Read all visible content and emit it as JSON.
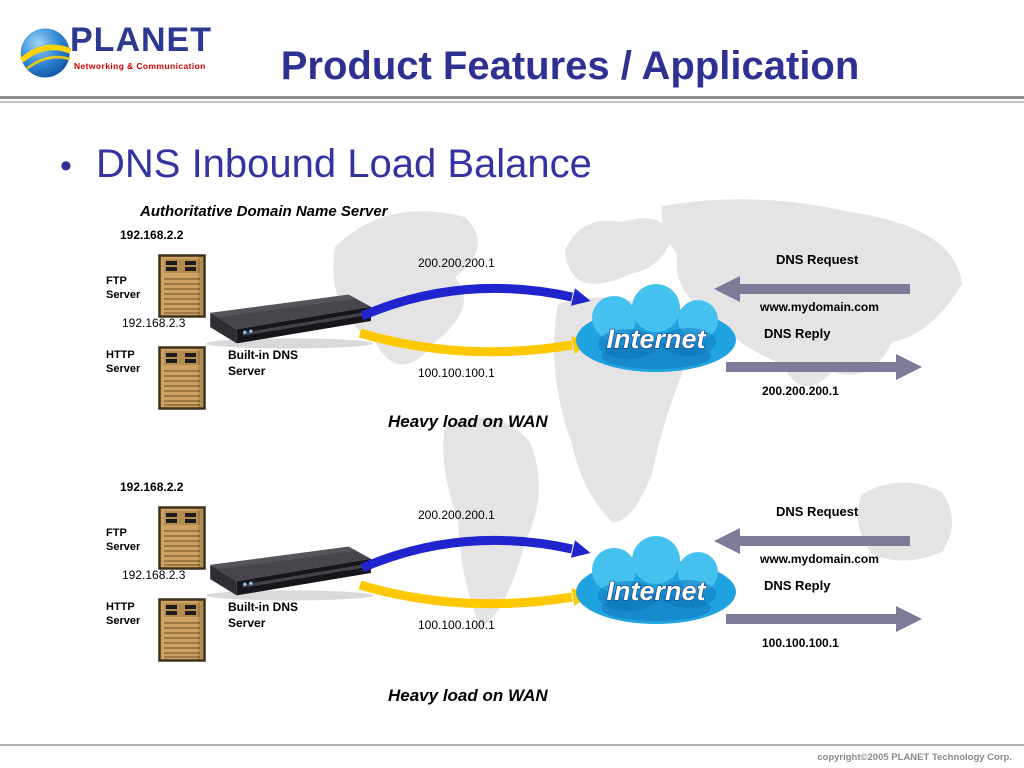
{
  "header": {
    "logo_brand": "PLANET",
    "logo_tagline": "Networking & Communication",
    "title": "Product Features / Application"
  },
  "slide": {
    "bullet_marker": "•",
    "bullet": "DNS Inbound Load Balance",
    "authoritative_label": "Authoritative Domain Name Server"
  },
  "sections": [
    {
      "lan_ip_1": "192.168.2.2",
      "ftp_label": "FTP\nServer",
      "lan_ip_2": "192.168.2.3",
      "http_label": "HTTP\nServer",
      "router_label": "Built-in DNS\nServer",
      "wan_ip_blue": "200.200.200.1",
      "wan_ip_yellow": "100.100.100.1",
      "cloud_label": "Internet",
      "dns_request_label": "DNS Request",
      "domain": "www.mydomain.com",
      "dns_reply_label": "DNS Reply",
      "reply_ip": "200.200.200.1",
      "load_note": "Heavy load on WAN"
    },
    {
      "lan_ip_1": "192.168.2.2",
      "ftp_label": "FTP\nServer",
      "lan_ip_2": "192.168.2.3",
      "http_label": "HTTP\nServer",
      "router_label": "Built-in DNS\nServer",
      "wan_ip_blue": "200.200.200.1",
      "wan_ip_yellow": "100.100.100.1",
      "cloud_label": "Internet",
      "dns_request_label": "DNS Request",
      "domain": "www.mydomain.com",
      "dns_reply_label": "DNS Reply",
      "reply_ip": "100.100.100.1",
      "load_note": "Heavy load on WAN"
    }
  ],
  "footer": {
    "copyright": "copyright©2005 PLANET Technology Corp."
  },
  "colors": {
    "title_blue": "#2e3192",
    "arrow_blue": "#1f24cf",
    "arrow_yellow": "#ffc800",
    "block_arrow_gray": "#7c7c98",
    "tagline_red": "#d10000"
  }
}
